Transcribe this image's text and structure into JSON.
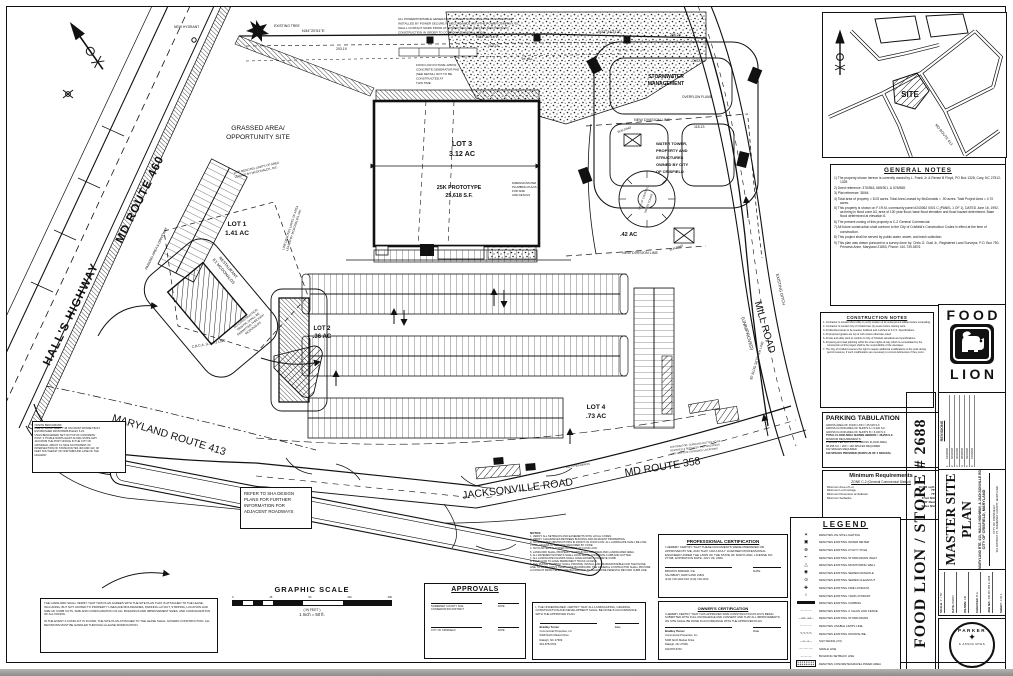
{
  "sheet": {
    "bg": "#ffffff",
    "ink": "#1a1a1a"
  },
  "plan": {
    "roads": {
      "route460": "MD ROUTE 460",
      "halls": "HALL'S HIGHWAY",
      "route413": "MARYLAND ROUTE 413",
      "jacksonville": "JACKSONVILLE ROAD",
      "route358": "MD ROUTE 358",
      "mill": "MILL ROAD",
      "mill_sub": "(UNIMPROVED)"
    },
    "bearings": {
      "b1": "N34°20'51\"E",
      "d1": "203.19",
      "b2": "N34°20'14\"E",
      "d2": "110.23",
      "b3": "N33°34'21\"E",
      "d3": "206.20"
    },
    "labels": {
      "grassed1": "GRASSED AREA/",
      "grassed2": "OPPORTUNITY SITE",
      "lot1": "LOT 1",
      "lot1ac": "1.41 AC",
      "lot2": "LOT 2",
      "lot2ac": ".36 AC",
      "lot3": "LOT 3",
      "lot3ac": "3.12 AC",
      "lot4": "LOT 4",
      "lot4ac": ".73 AC",
      "towerac": ".42 AC",
      "bldg1": "25K PROTOTYPE",
      "bldg2": "25,618 S.F.",
      "swm1": "STORMWATER",
      "swm2": "MANAGEMENT",
      "outfall": "OUTFALL",
      "flume": "OVERFLOW FLUME",
      "wt1": "WATER TOWER,",
      "wt2": "PROPERTY AND",
      "wt3": "STRUCTURES",
      "wt4": "OWNED BY CITY",
      "wt5": "OF CRISFIELD",
      "tower1": "CITY OF CRISFIELD",
      "tower2": "WATER TOWER",
      "division": "NEW DIVISION LINE",
      "divlen": "118.13",
      "ditch": "EXISTING DITCH",
      "setback": "35' BLDG SETBACK LINE",
      "mcd1": "EX MCDONALDS",
      "mcd2": "RESTAURANT",
      "mcdnote1": "NO CONSTRUCTION",
      "mcdnote2": "TRAFFIC SHALL BE",
      "mcdnote3": "PERMITTED THROUGH",
      "mcdnote4": "MCDONALDS",
      "lease1": "LINE DENOTES LIMITS OF AREA",
      "lease2": "LEASED BY MCDONALDS, INC.",
      "cbca": "C.B.C.A. (L.D.A.) LINE",
      "parkdrive": "PARKING AREA & DRIVEWAY",
      "hydrant": "NEW HYDRANT",
      "tree": "EXISTING TREE",
      "bgl": "25' BGL",
      "building": "BUILDING",
      "bldgnote1": "DIMENSIONS PER",
      "bldgnote2": "PLUMBING PLANS",
      "bldgnote3": "FOR SIZE",
      "bldgnote4": "AND DETAILS",
      "hedge": "241.70 HEDGEROW"
    },
    "gen_note": [
      "ALL POWER/PORTABLE GENERATOR CONNECTIONS SHALL BE PROVIDED AND",
      "INSTALLED BY POWER SECURE IN ACCORDANCE WITH THE POWER COMPANY. GC",
      "SHALL CONTACT MARK PRIOR AT POWER SECURE (919) 805-6000 PRIOR TO",
      "CONSTRUCTION IN ORDER TO COORDINATE INSTALLATION"
    ],
    "gen_pad": [
      "FOOD LION FUTURE 125KW",
      "CONCRETE GENERATOR PAD",
      "(SEE DETAIL) NOT TO BE",
      "CONSTRUCTED AT",
      "THIS TIME"
    ],
    "road_note": [
      "CONTRACTOR: CURB AND GUTTER TO BE",
      "REMOVED & REPLACED PER SHA SPECS",
      "FOR NEW SITE ENTRANCE LOCATIONS"
    ]
  },
  "boxes": {
    "benchmark": {
      "lines": [
        "ONSITE BENCHMARK:",
        "FIRE HYDRANT ELEV. 7.48 ON FRONT BONNET BOLT",
        "ESTABLISHED FROM RM#5-B ELEV 6.23.",
        "USGS BENCHMARK SET ON TOP OF CONCRETE",
        "POST, 0.75 MILE NORTH-EAST ALONG STATE HWY",
        "413 FROM THE POST OFFICE IN THE CITY OF",
        "CRISFIELD, ABOUT 0.1 MILE SOUTHWEST OF",
        "INTERSECTION OF STATE ROUTES 460 AND 413, 30",
        "FEET SOUTHEAST OF NORTHBOUND LANE OF THE",
        "HIGHWAY."
      ]
    },
    "sha": "REFER TO SHA DESIGN PLANS FOR FURTHER INFORMATION FOR ADJACENT ROADWAYS",
    "disclaimer": {
      "p1": "THE LANDLORD SHALL VERIFY THAT THIS PLAN AGREES WITH THE SITE PLAN THAT IS ATTACHED TO THE LEASE, INCLUDING, BUT NOT LIMITED TO PROPERTY LINES AND BOUNDARIES, PARKING LAYOUT, STRIPING, LOCATION AND SIZE OF CURB CUTS, SIZE AND CONFIGURATION OF ALL BUILDINGS AND IMPROVEMENT SIZES, AND CONFIGURATION OF ALL PAVING.",
      "p2": "IN THE EVENT A CONFLICT IS FOUND, THE SITE PLAN ATTACHED TO THE LEASE SHALL GOVERN CONSTRUCTION. ALL REVISIONS MUST BE HANDLED THROUGH A LEASE MODIFICATION."
    },
    "site_notes": {
      "title": "NOTES:",
      "items": [
        "1. VERIFY ALL SETBACKS AND EASEMENTS WITH LOCAL CODES.",
        "2. VERIFY CLEARANCES BETWEEN BUILDING AND ADJACENT PROPERTIES.",
        "3. NO ELEVATED OBSTRUCTIONS IN FRONT OF FOOD LION. ALL LANDSCAPE SHALL BE LOW-LYING, UNLESS OTHERWISE REQUIRED BY CODE.",
        "4. NO PLANTERS ALLOWED IN FRONT OF FOOD LION.",
        "5. LANDLORD SHALL PROPERLY MAINTAIN ALL GRASSED AND LANDSCAPED AREA.",
        "6. ALL PAVEMENT EXTENTS SHALL HAVE WHITE CONCRETE CURB AND GUTTER.",
        "7. ALL LANDSCAPE ISLANDS SHALL HAVE RAISED CONCRETE CURB.",
        "8. FOOD LION TO HAVE PERMANENT TRUCK ACCESS.",
        "9. THE PHONE COMPANY SHALL PROVIDE, INSTALL AND BE RESPONSIBLE FOR THE PHONE LINE TO FOOD LION'S TELEPHONE BACKBOARD. THE GENERAL CONTRACTOR SHALL PROVIDE A CONDUIT FROM TELEPHONE BACKBOARD TO TELEPHONE PEDESTAL BEYOND CURB LINE."
      ]
    },
    "scale": {
      "title": "GRAPHIC SCALE",
      "unit": "( IN FEET )",
      "ratio": "1 Inch = 50 ft.",
      "ticks": [
        "0",
        "25",
        "50",
        "100",
        "200"
      ]
    },
    "approvals": {
      "title": "APPROVALS",
      "rows": [
        {
          "name": "SOMERSET COUNTY SOIL CONSERVATION DISTRICT",
          "date": "DATE"
        },
        {
          "name": "CITY OF CRISFIELD",
          "date": "DATE"
        }
      ]
    },
    "prof_cert": {
      "title": "PROFESSIONAL CERTIFICATION",
      "body": "I HEREBY CERTIFY THAT THESE DOCUMENTS WERE PREPARED OR APPROVED BY ME, AND THAT I AM A DULY LICENSED PROFESSIONAL ENGINEER UNDER THE LAWS OF THE STATE OF MARYLAND, LICENSE NO. 27708, EXPIRATION DATE: JULY 29, 2006.",
      "signer1": "BROOKS PARKER, P.E.",
      "signer2": "SALISBURY, MARYLAND 21801",
      "signer3": "(410) 749-1023   FAX (410) 749-1013",
      "date_label": "DATE"
    },
    "owner_cert": {
      "title": "OWNER'S CERTIFICATION",
      "body": "I HEREBY CERTIFY THAT THIS APPROVED SWM CONSTRUCTION PLAN IS BEING SUBMITTED WITH FULL KNOWLEDGE AND CONSENT AND THAT ALL IMPROVEMENTS ON SITE SHALL BE DONE IN ACCORDANCE WITH THE APPROVED PLAN.",
      "signer1": "Bradley Turner",
      "signer2": "Commercial Properties, Inc",
      "signer3": "5408 North Market Drive",
      "signer4": "Raleigh, NC 27609",
      "signer5": "919-878-9702",
      "date_label": "Date"
    },
    "landscape_cert": {
      "body": "I, THE UNDERSIGNED, CERTIFY THAT ALL LANDSCAPING, GRADING, CONSTRUCTION AND DEVELOPMENT SHALL BE DONE IN ACCORDANCE WITH THE APPROVED PLAN.",
      "signer1": "Bradley Turner",
      "signer2": "Commercial Properties, Inc",
      "signer3": "5408 North Market Drive",
      "signer4": "Raleigh, NC 27609",
      "signer5": "919-878-9702",
      "date_label": "Date"
    }
  },
  "sidebar": {
    "vicinity": {
      "site": "SITE",
      "route": "MD ROUTE 413"
    },
    "general_notes": {
      "title": "GENERAL NOTES",
      "items": [
        "1)  The property shown hereon is currently owned by L. Frank Jr. & Renee B Floyd, PO Box 1328, Cary, NC 27512-1328",
        "2)  Deed reference: 376/563, 689/301, & 576/588.",
        "3)  Plat reference: 38/64.",
        "4)  Total area of property = 8.03 acres. Total Area Leased by McDonalds = .90 acres. Total Project Area = 4.70 acres.",
        "5)  This property is shown on F.I.R.M. community panel #240062 0001 C (PANEL 1 OF 1), DATED June 16, 1992, as being in flood zone A3, area of 100 year flood; base flood elevation and flood hazard determined. Base flood determined at elevation 8.",
        "6)  The present zoning of this property is C-2 General Commercial.",
        "7)  All future construction shall conform to the City of Crisfield's Construction Codes in effect at the time of construction.",
        "8)  This project shall be served by public water, sewer, and trash collection.",
        "9)  This plan was drawn pursuant to a survey done by: Chris G. Gust Jr., Registered Land Surveyor, P.O. Box 750, Princess Anne, Maryland 21853, Phone: 410-739-5876"
      ]
    },
    "construction_notes": {
      "title": "CONSTRUCTION   NOTES",
      "items": [
        "1.  Contractor to contact Miss Utility to verify location of all underground utilities before excavating.",
        "2.  Contractor to contact City of Crisfield two (2) weeks before starting work.",
        "3.  All disturbed areas to be seeded, fertilized and mulched to S.C.S. Specifications.",
        "4.  All proposed grades are top of curb unless otherwise noted.",
        "5.  All site and utility work to conform to City of Crisfield standards and specifications.",
        "6.  All paving and road patching within the street rights-of-way which is necessitated by the construction of this project shall be the responsibility of the developer.",
        "7.  The City of Crisfield reserves the right to require additional modifications to the work during permit issuance, if such modifications are necessary to correct deficiencies if they occur."
      ]
    },
    "logo": {
      "top": "FOOD",
      "bottom": "LION"
    },
    "parking": {
      "title": "PARKING TABULATION",
      "lines": [
        "GROSS AREA OF FOOD LION = 25,618 S.F.",
        "GROSS FLOOR AREA OF SHOPS A = 6,320 S.F.",
        "GROSS FLOOR AREA OF SHOPS B = 6,320 S.F.",
        "TOTAL FLOOR AREA SHOWN HEREON = 38,258 S.F.",
        "MINIMUM REQUIREMENTS:",
        "1 SPACE PER 200 S.F. OF GROSS FLOOR AREA",
        "38,258 S.F. / 200 = 192 SPACES REQUIRED",
        "192 SPACES REQUIRED",
        "196 SPACES PROVIDED (SURPLUS OF 4 SPACES)"
      ]
    },
    "minreq": {
      "title": "Minimum Requirements",
      "subtitle": "ZONE C-2 (General Commercial District)",
      "rows": [
        {
          "k": "Minimum Area of Lot",
          "v": "10,000 sq.ft."
        },
        {
          "k": "Minimum Lot Frontage",
          "v": "75'"
        },
        {
          "k": "Minimum Dimension at Setback",
          "v": "75'"
        },
        {
          "k": "Minimum Setbacks",
          "v": "Front N/A"
        },
        {
          "k": "",
          "v": "35' Rear"
        },
        {
          "k": "",
          "v": "Sides N/A"
        }
      ]
    },
    "legend": {
      "title": "LEGEND",
      "items": [
        {
          "icon": "light",
          "text": "DENOTES ON-SITE LIGHTING"
        },
        {
          "icon": "water-meter",
          "text": "DENOTES EXISTING WATER METER"
        },
        {
          "icon": "utility-pole",
          "text": "DENOTES EXISTING UTILITY POLE"
        },
        {
          "icon": "inlet",
          "text": "DENOTES EXISTING STORM DRAIN INLET"
        },
        {
          "icon": "monitoring-well",
          "text": "DENOTES EXISTING MONITORING WELL"
        },
        {
          "icon": "manhole",
          "text": "DENOTES EXISTING SEWER MANHOLE"
        },
        {
          "icon": "cleanout",
          "text": "DENOTES EXISTING SEWER CLEANOUT"
        },
        {
          "icon": "fire-hydrant",
          "text": "DENOTES EXISTING FIRE HYDRANT"
        },
        {
          "icon": "yard-hydrant",
          "text": "DENOTES EXISTING YARD HYDRANT"
        },
        {
          "icon": "curb",
          "text": "DENOTES EXISTING CURBING"
        },
        {
          "icon": "chain-link",
          "text": "DENOTES EXISTING 2' CHAIN LINK FENCE"
        },
        {
          "icon": "storm-drain",
          "text": "DENOTES EXISTING STORM DRAIN"
        },
        {
          "icon": "usable-limits",
          "text": "DENOTES USABLE LIMITS LINE"
        },
        {
          "icon": "woodsline",
          "text": "DENOTES EXISTING WOODSLINE"
        },
        {
          "icon": "silt-fence",
          "text": "SILT FENCE (X3)"
        },
        {
          "icon": "swale",
          "text": "SWALE LINE"
        },
        {
          "icon": "setback-line",
          "text": "BUILDING SETBACK LINE"
        },
        {
          "icon": "stipple",
          "text": "DENOTES CONCRETE/GRAVEL PAVED AREA"
        }
      ]
    },
    "titleblock": {
      "project": "FOOD LION / STORE # 2688",
      "title": "MASTER SITE PLAN",
      "address1": "MARYLAND RTE. 413, HALLS HIGHWAY, & JACKSONVILLE RD",
      "address2": "CITY OF CRISFIELD, MARYLAND",
      "jurisdiction1": "CITY OF CRISFIELD",
      "jurisdiction2": "TAX DISTRICT #7, SOMERSET COUNTY, MARYLAND",
      "revisions_title": "REVISIONS",
      "revisions": [
        {
          "n": "1",
          "date": "04/28/08"
        },
        {
          "n": "2",
          "date": "06/06/08"
        },
        {
          "n": "3",
          "date": "06/26/08"
        },
        {
          "n": "4",
          "date": "08/08/08"
        },
        {
          "n": "5",
          "date": "09/03/08"
        },
        {
          "n": "6",
          "date": "01/29/09"
        }
      ],
      "fields": [
        {
          "k": "SCALE",
          "v": "1\" = 50'"
        },
        {
          "k": "DATE",
          "v": "8/15/07"
        },
        {
          "k": "DRAWN",
          "v": "JJR"
        },
        {
          "k": "CHECKED",
          "v": "B.G."
        },
        {
          "k": "JOB NO.",
          "v": "006.067.085 & 1008"
        },
        {
          "k": "SHEET",
          "v": "1 OF 1"
        }
      ],
      "firm1": "PARKER",
      "firm2": "& ASSOCIATES"
    }
  }
}
